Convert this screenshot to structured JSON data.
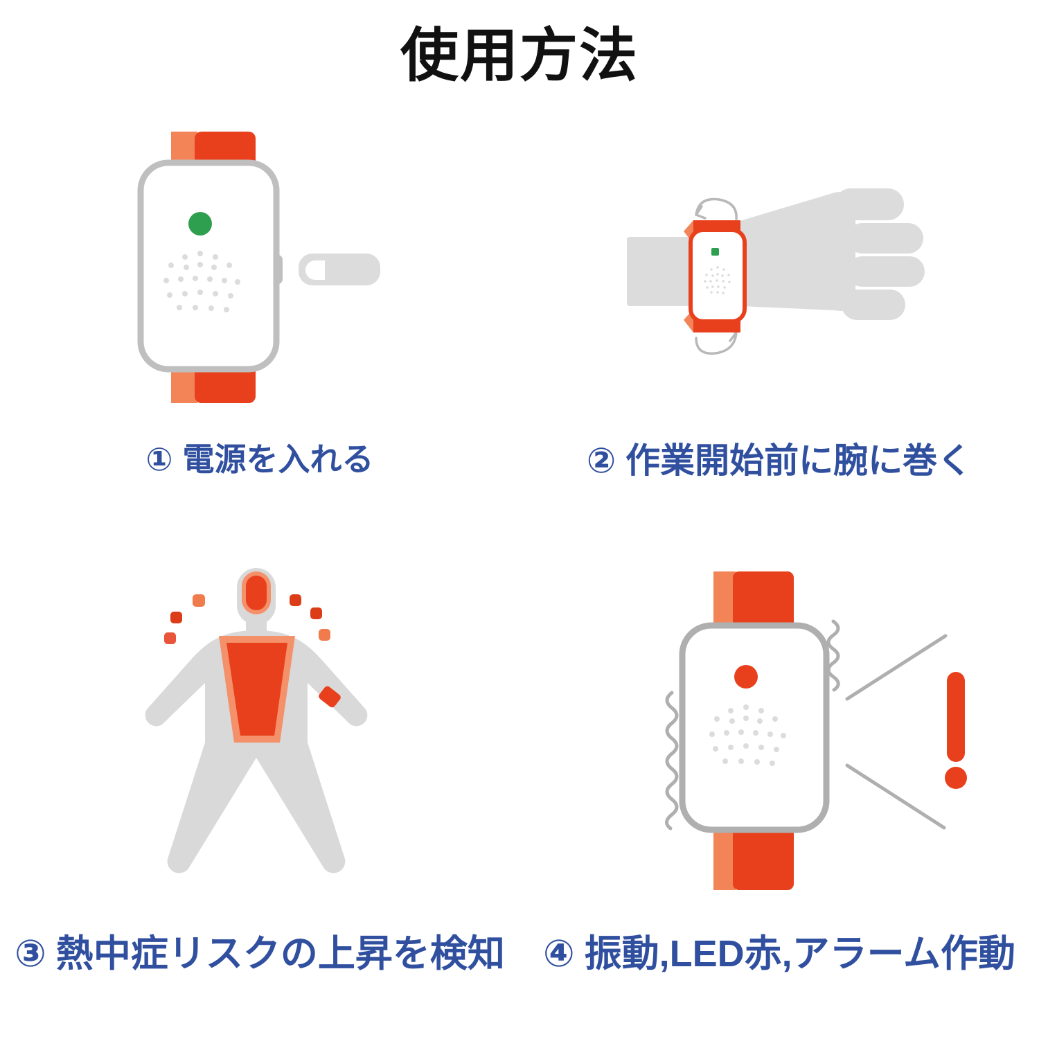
{
  "page": {
    "title": "使用方法",
    "background_color": "#FFFFFF"
  },
  "colors": {
    "title_text": "#111111",
    "caption_text": "#30509F",
    "strap_red": "#E8401C",
    "strap_orange": "#F28457",
    "body_gray": "#D9D9D9",
    "outline_gray": "#B3B3B3",
    "led_green": "#2E9E4F",
    "led_red": "#E8401C",
    "grille_dot": "#DCDCDC",
    "charger_gray": "#DCDCDC"
  },
  "steps": [
    {
      "number": "①",
      "label": "電源を入れる",
      "illustration": "watch-with-charger",
      "led_state": "green",
      "icons": [
        "watch-device-icon",
        "usb-charger-icon",
        "green-led-icon",
        "speaker-grille-icon",
        "side-button-icon"
      ]
    },
    {
      "number": "②",
      "label": "作業開始前に腕に巻く",
      "illustration": "watch-on-wrist",
      "led_state": "green",
      "icons": [
        "hand-arm-icon",
        "watch-on-wrist-icon",
        "wrap-arrow-icon",
        "green-led-icon",
        "speaker-grille-icon"
      ]
    },
    {
      "number": "③",
      "label": "熱中症リスクの上昇を検知",
      "illustration": "body-heat-detection",
      "icons": [
        "human-body-icon",
        "heat-core-icon",
        "heat-mark-icon",
        "wrist-band-icon"
      ]
    },
    {
      "number": "④",
      "label": "振動,LED赤,アラーム作動",
      "illustration": "watch-alerting",
      "led_state": "red",
      "icons": [
        "watch-device-icon",
        "red-led-icon",
        "vibration-squiggle-icon",
        "sound-wave-icon",
        "exclamation-icon",
        "speaker-grille-icon"
      ]
    }
  ]
}
